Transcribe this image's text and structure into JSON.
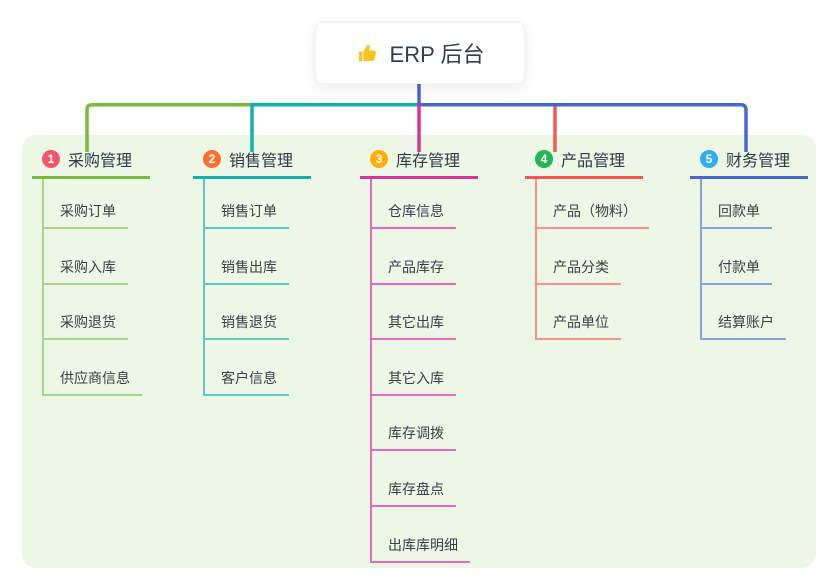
{
  "root": {
    "label": "ERP 后台",
    "icon": "thumbs-up-icon",
    "icon_color": "#f9c326"
  },
  "branches": [
    {
      "index": "1",
      "label": "采购管理",
      "badge_color": "#f4566c",
      "line_color": "#7cb93e",
      "child_line_color": "#a9d48a",
      "children": [
        "采购订单",
        "采购入库",
        "采购退货",
        "供应商信息"
      ]
    },
    {
      "index": "2",
      "label": "销售管理",
      "badge_color": "#f7732f",
      "line_color": "#12b1ab",
      "child_line_color": "#63c9c1",
      "children": [
        "销售订单",
        "销售出库",
        "销售退货",
        "客户信息"
      ]
    },
    {
      "index": "3",
      "label": "库存管理",
      "badge_color": "#ffaf02",
      "line_color": "#d6349f",
      "child_line_color": "#e96ab8",
      "children": [
        "仓库信息",
        "产品库存",
        "其它出库",
        "其它入库",
        "库存调拨",
        "库存盘点",
        "出库库明细"
      ]
    },
    {
      "index": "4",
      "label": "产品管理",
      "badge_color": "#26b457",
      "line_color": "#f45a52",
      "child_line_color": "#f7918a",
      "children": [
        "产品（物料）",
        "产品分类",
        "产品单位"
      ]
    },
    {
      "index": "5",
      "label": "财务管理",
      "badge_color": "#32adee",
      "line_color": "#4667cd",
      "child_line_color": "#8aa0dd",
      "children": [
        "回款单",
        "付款单",
        "结算账户"
      ]
    }
  ],
  "colors": {
    "panel_bg": "#ecf7e5",
    "page_bg": "#ffffff",
    "root_text": "#333f50",
    "child_text": "#383f4a"
  }
}
